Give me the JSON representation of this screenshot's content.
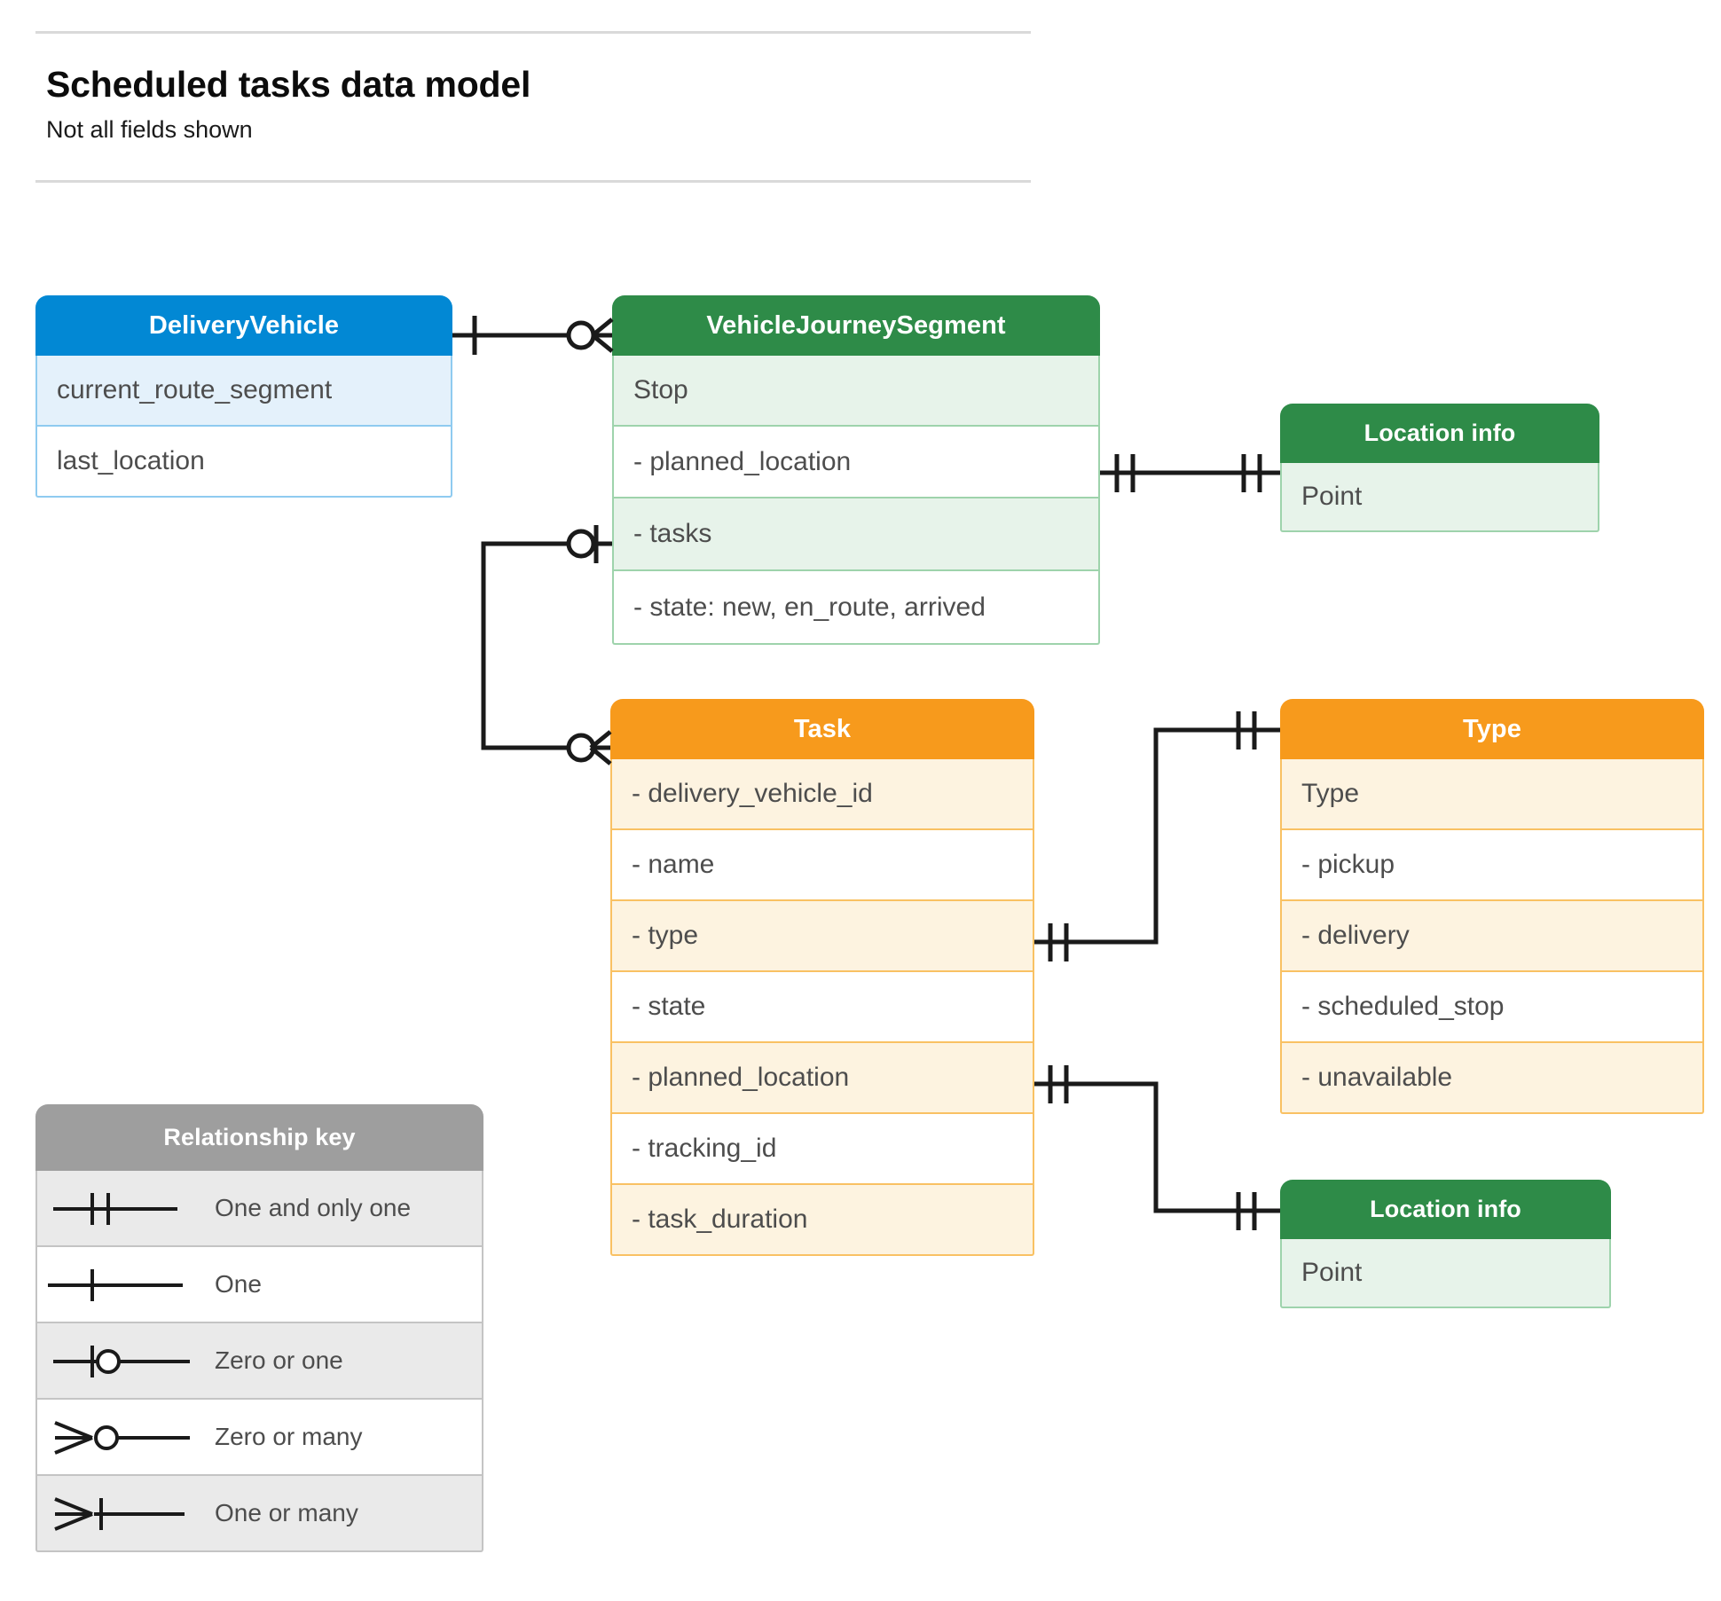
{
  "header": {
    "title": "Scheduled tasks data model",
    "subtitle": "Not all fields shown"
  },
  "colors": {
    "blue": "#0288d4",
    "green": "#2e8b48",
    "orange": "#f79a1c",
    "gray": "#9e9e9e",
    "line": "#1a1a1a",
    "text": "#4d4d4d"
  },
  "entities": [
    {
      "id": "delivery-vehicle",
      "title": "DeliveryVehicle",
      "theme": "blue",
      "rows": [
        "current_route_segment",
        "last_location"
      ]
    },
    {
      "id": "vehicle-journey-segment",
      "title": "VehicleJourneySegment",
      "theme": "green",
      "rows": [
        "Stop",
        "-  planned_location",
        "- tasks",
        "- state: new, en_route, arrived"
      ]
    },
    {
      "id": "location-info-top",
      "title": "Location info",
      "theme": "green",
      "rows": [
        "Point"
      ]
    },
    {
      "id": "task",
      "title": "Task",
      "theme": "orange",
      "rows": [
        "- delivery_vehicle_id",
        "- name",
        "- type",
        "- state",
        "- planned_location",
        "- tracking_id",
        "- task_duration"
      ]
    },
    {
      "id": "type",
      "title": "Type",
      "theme": "orange",
      "rows": [
        "Type",
        "-   pickup",
        "-   delivery",
        "-   scheduled_stop",
        "-   unavailable"
      ]
    },
    {
      "id": "location-info-bottom",
      "title": "Location info",
      "theme": "green",
      "rows": [
        "Point"
      ]
    }
  ],
  "legend": {
    "title": "Relationship key",
    "items": [
      {
        "symbol": "one-and-only-one",
        "label": "One and only one"
      },
      {
        "symbol": "one",
        "label": "One"
      },
      {
        "symbol": "zero-or-one",
        "label": "Zero or one"
      },
      {
        "symbol": "zero-or-many",
        "label": "Zero or many"
      },
      {
        "symbol": "one-or-many",
        "label": "One or many"
      }
    ]
  },
  "relationships": [
    {
      "from": "DeliveryVehicle",
      "from_cardinality": "one",
      "to": "VehicleJourneySegment",
      "to_cardinality": "zero-or-many"
    },
    {
      "from": "VehicleJourneySegment.tasks",
      "from_cardinality": "zero-or-one",
      "to": "Task",
      "to_cardinality": "zero-or-many"
    },
    {
      "from": "VehicleJourneySegment.planned_location",
      "from_cardinality": "one-and-only-one",
      "to": "Location info",
      "to_cardinality": "one-and-only-one"
    },
    {
      "from": "Task.type",
      "from_cardinality": "one-and-only-one",
      "to": "Type",
      "to_cardinality": "one-and-only-one"
    },
    {
      "from": "Task.planned_location",
      "from_cardinality": "one-and-only-one",
      "to": "Location info",
      "to_cardinality": "one-and-only-one"
    }
  ]
}
